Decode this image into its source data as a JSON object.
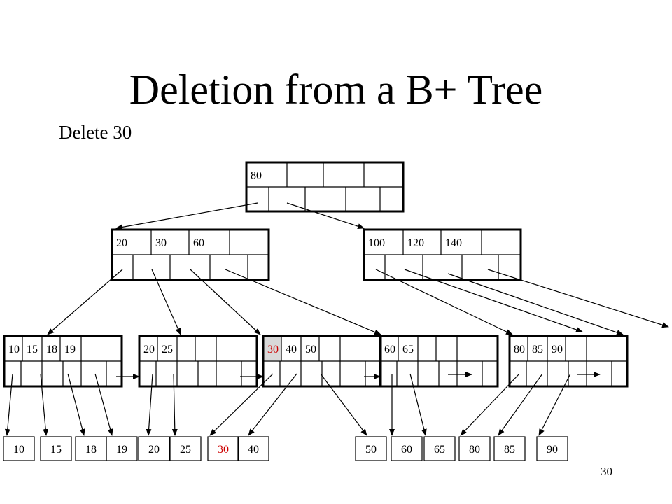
{
  "slide": {
    "title": "Deletion from a B+ Tree",
    "subtitle": "Delete 30",
    "page_number": "30"
  },
  "colors": {
    "deleted_key_text": "#cc0000",
    "deleted_cell_fill": "#d9d9d9",
    "ink": "#000000"
  },
  "tree": {
    "root": {
      "keys": [
        "80",
        "",
        "",
        ""
      ]
    },
    "internal": [
      {
        "id": "left",
        "keys": [
          "20",
          "30",
          "60",
          ""
        ]
      },
      {
        "id": "right",
        "keys": [
          "100",
          "120",
          "140",
          ""
        ]
      }
    ],
    "leaves": [
      {
        "id": "leaf-1",
        "keys": [
          "10",
          "15",
          "18",
          "19"
        ]
      },
      {
        "id": "leaf-2",
        "keys": [
          "20",
          "25",
          "",
          ""
        ]
      },
      {
        "id": "leaf-3",
        "keys": [
          "30",
          "40",
          "50",
          ""
        ],
        "deleted_index": 0
      },
      {
        "id": "leaf-4",
        "keys": [
          "60",
          "65",
          "",
          ""
        ]
      },
      {
        "id": "leaf-5",
        "keys": [
          "80",
          "85",
          "90",
          ""
        ]
      }
    ],
    "records": [
      "10",
      "15",
      "18",
      "19",
      "20",
      "25",
      "30",
      "40",
      "50",
      "60",
      "65",
      "80",
      "85",
      "90"
    ],
    "deleted_record": "30"
  }
}
